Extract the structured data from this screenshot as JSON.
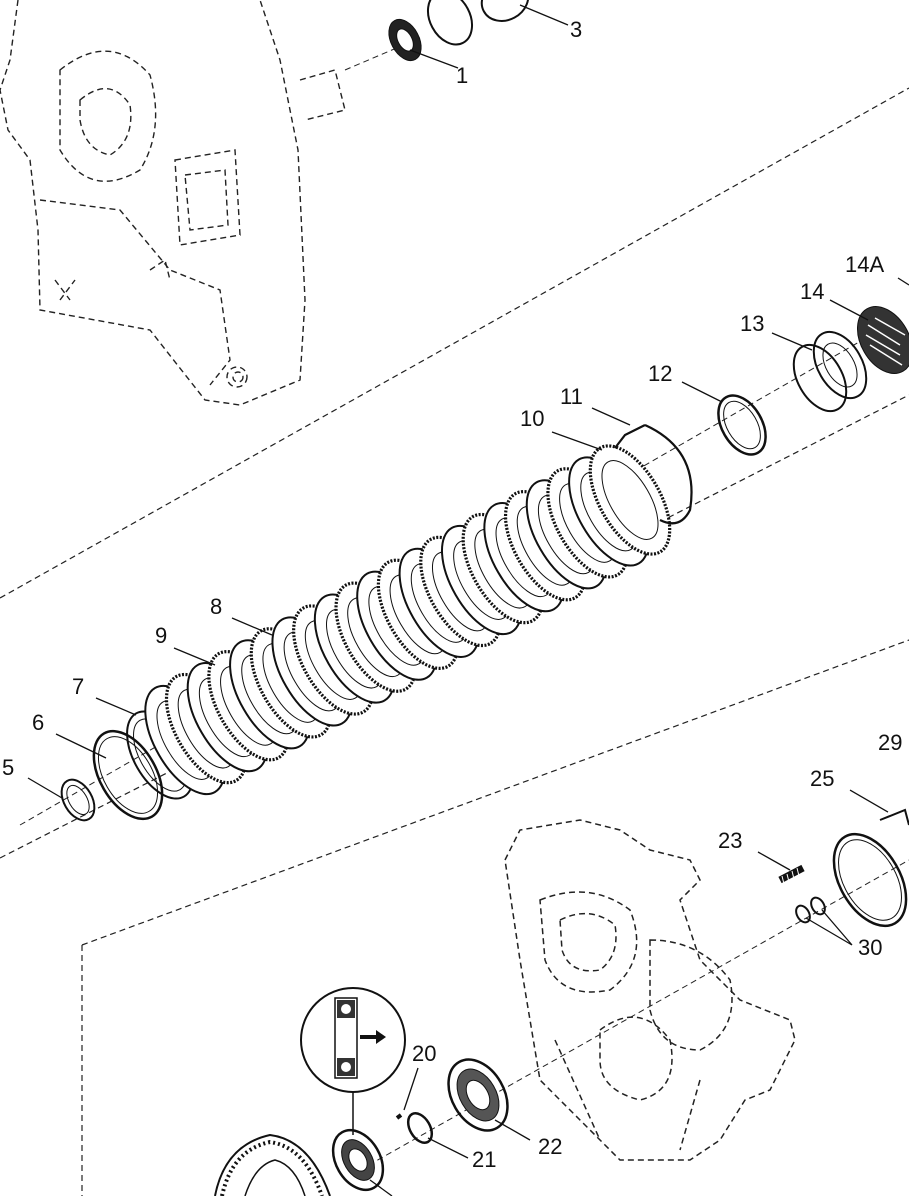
{
  "diagram": {
    "callouts": [
      "1",
      "3",
      "5",
      "6",
      "7",
      "8",
      "9",
      "10",
      "11",
      "12",
      "13",
      "14",
      "14A",
      "20",
      "21",
      "22",
      "23",
      "25",
      "29",
      "30"
    ]
  }
}
